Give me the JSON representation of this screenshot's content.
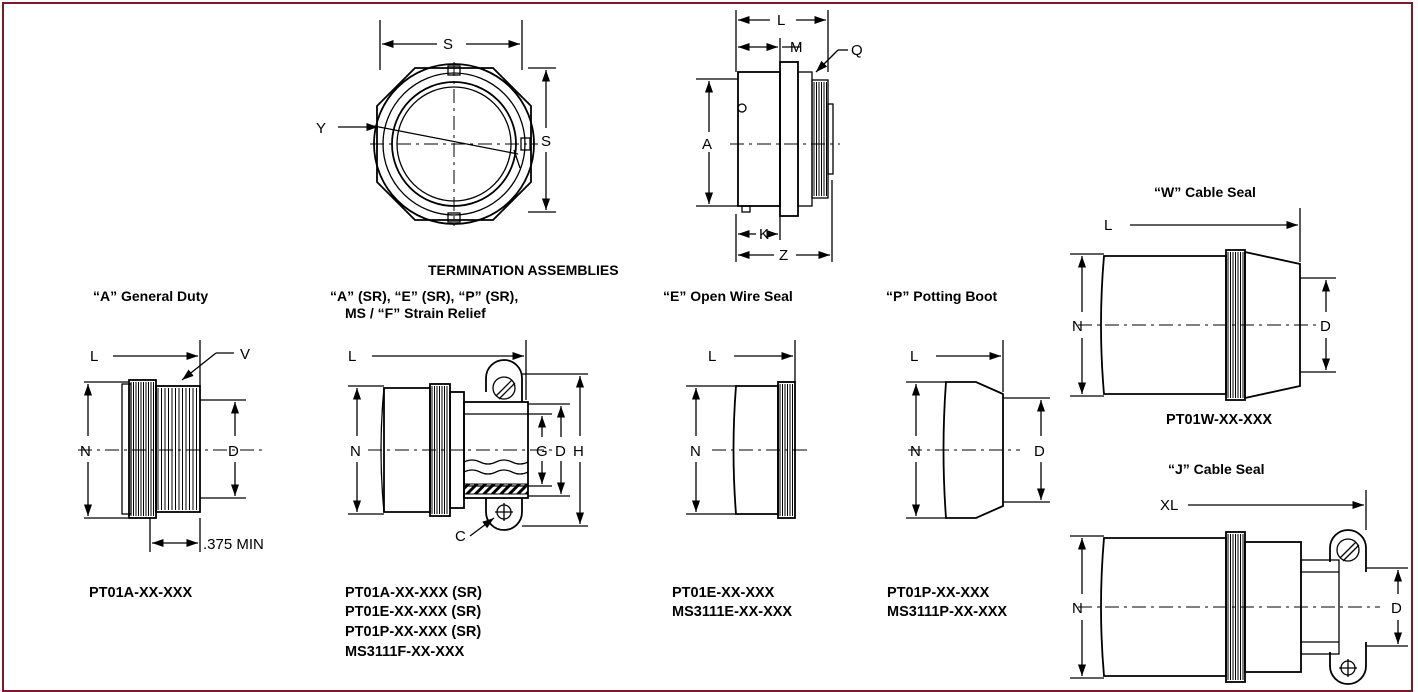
{
  "section_title": "TERMINATION ASSEMBLIES",
  "colors": {
    "border": "#7a1a2a",
    "ink": "#000000"
  },
  "top_views": {
    "front": {
      "dim_s_horizontal": "S",
      "dim_s_vertical": "S",
      "dim_y": "Y"
    },
    "side": {
      "dim_l": "L",
      "dim_m": "M",
      "dim_q": "Q",
      "dim_a": "A",
      "dim_k": "K",
      "dim_z": "Z"
    }
  },
  "assemblies": [
    {
      "title": "“A” General Duty",
      "dims": [
        "L",
        "V",
        "N",
        "D",
        ".375 MIN"
      ],
      "part_numbers": [
        "PT01A-XX-XXX"
      ]
    },
    {
      "title_line1": "“A” (SR), “E” (SR), “P” (SR),",
      "title_line2": "MS / “F” Strain Relief",
      "dims": [
        "L",
        "N",
        "G",
        "D",
        "H",
        "C"
      ],
      "part_numbers": [
        "PT01A-XX-XXX (SR)",
        "PT01E-XX-XXX (SR)",
        "PT01P-XX-XXX (SR)",
        "MS3111F-XX-XXX"
      ]
    },
    {
      "title": "“E” Open Wire Seal",
      "dims": [
        "L",
        "N"
      ],
      "part_numbers": [
        "PT01E-XX-XXX",
        "MS3111E-XX-XXX"
      ]
    },
    {
      "title": "“P” Potting Boot",
      "dims": [
        "L",
        "N",
        "D"
      ],
      "part_numbers": [
        "PT01P-XX-XXX",
        "MS3111P-XX-XXX"
      ]
    },
    {
      "title": "“W” Cable Seal",
      "dims": [
        "L",
        "N",
        "D"
      ],
      "part_numbers": [
        "PT01W-XX-XXX"
      ]
    },
    {
      "title": "“J” Cable Seal",
      "dims": [
        "XL",
        "N",
        "D"
      ],
      "part_numbers": []
    }
  ]
}
